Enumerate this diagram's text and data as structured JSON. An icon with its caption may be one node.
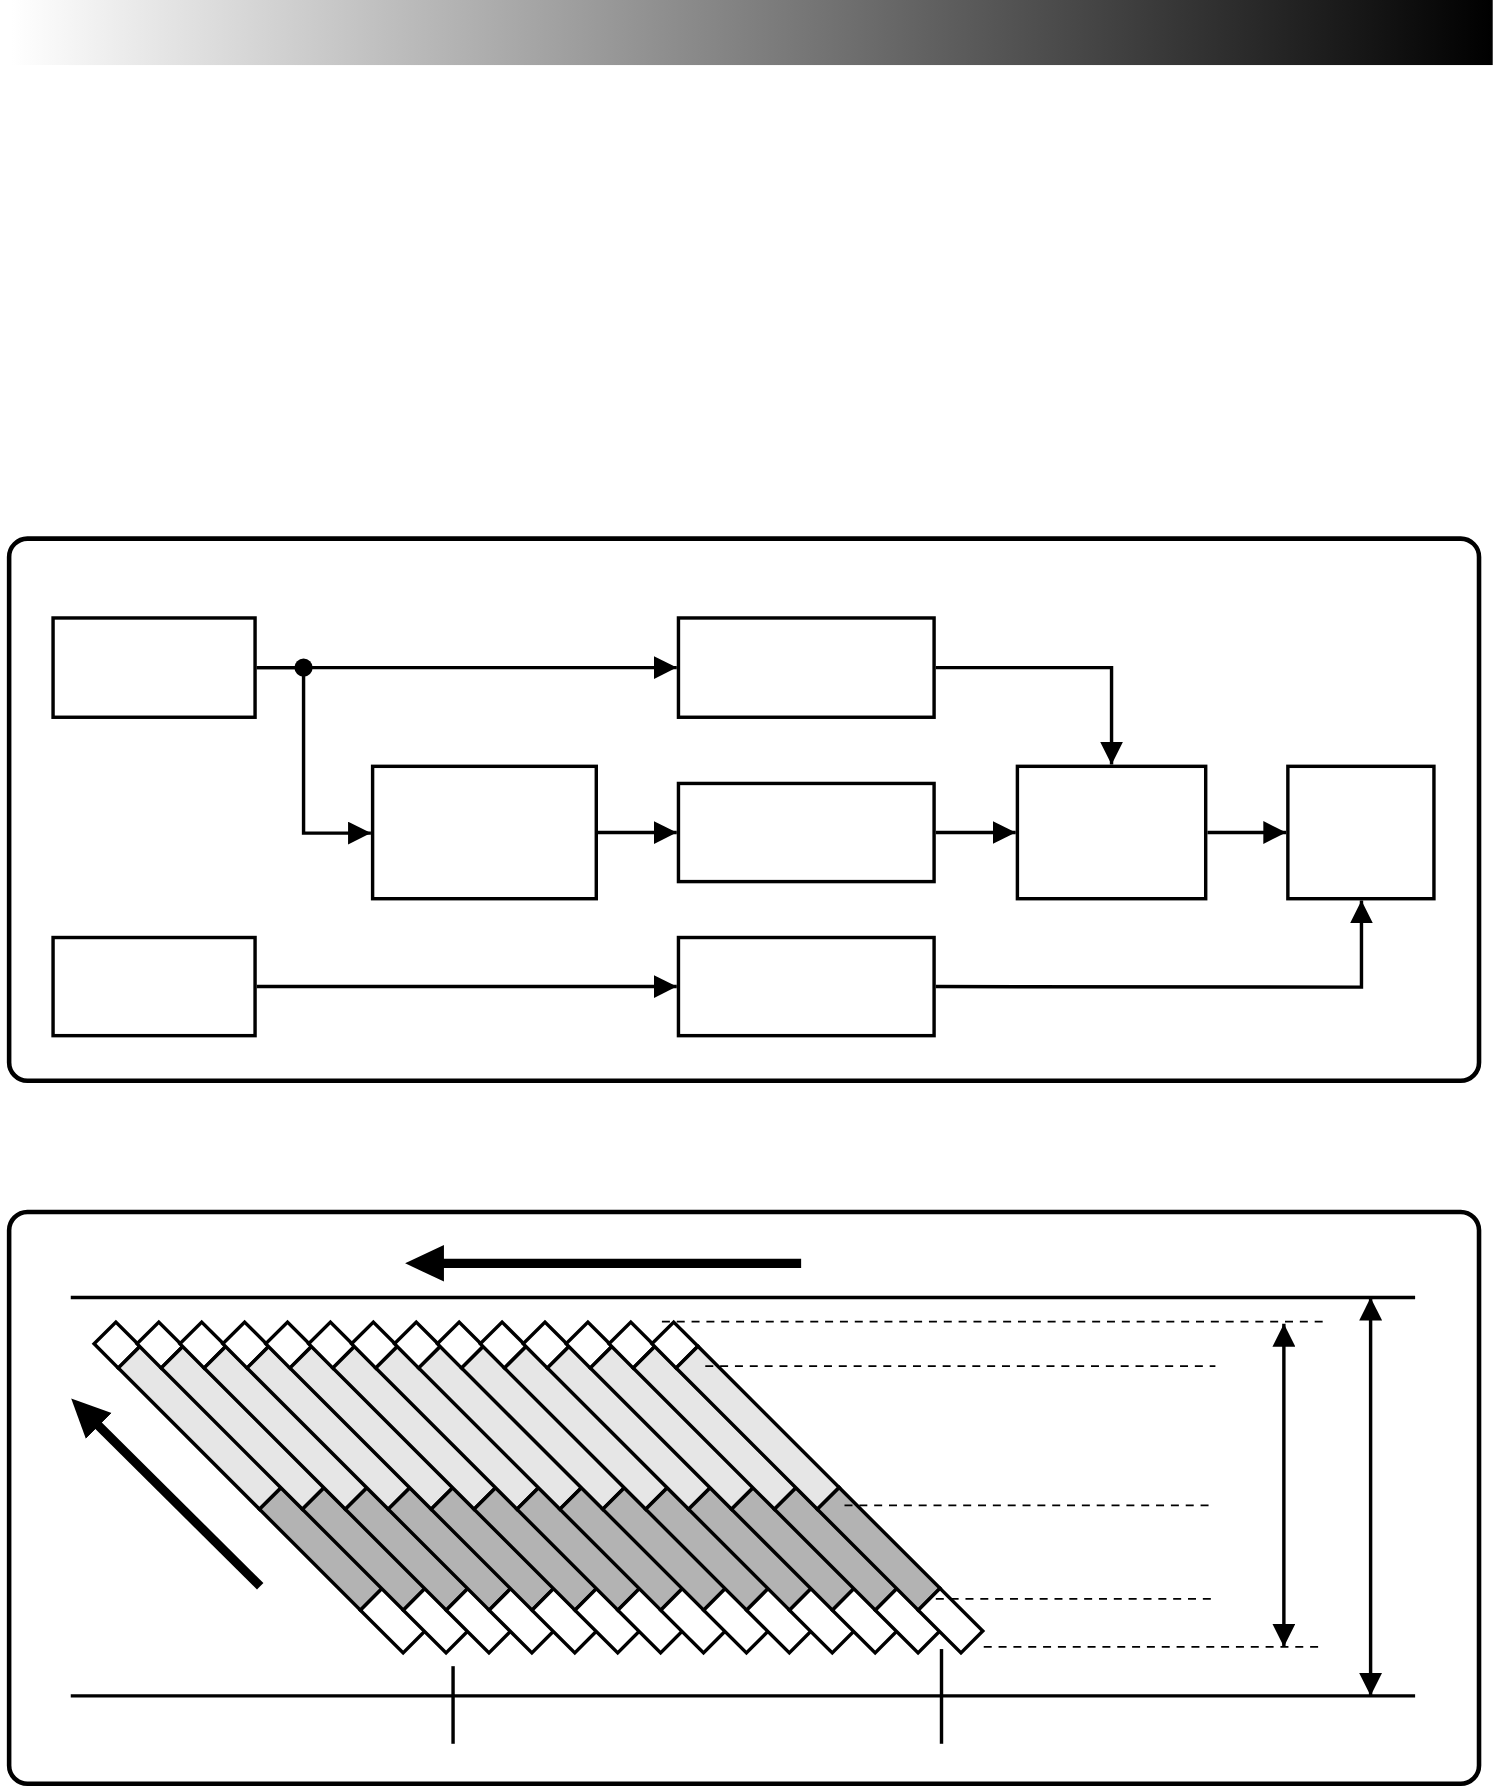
{
  "diagram": {
    "nodes": [
      {
        "text": [],
        "shape": "box"
      },
      {
        "text": [],
        "shape": "box",
        "in": 0
      },
      {
        "text": [],
        "shape": "box",
        "in": 0
      },
      {
        "text": [],
        "shape": "box",
        "in": 0
      },
      {
        "text": [],
        "shape": "box",
        "in": 0
      },
      {
        "text": [],
        "shape": "box",
        "in": 0
      },
      {
        "text": [],
        "shape": "box",
        "in": 0
      },
      {
        "text": [],
        "shape": "box",
        "in": 0
      },
      {
        "text": [],
        "shape": "box",
        "in": 0
      },
      {
        "text": [],
        "shape": "box"
      }
    ],
    "edges": [
      {
        "from": 1,
        "to": 2,
        "arrow": "to"
      },
      {
        "from": 1,
        "to": 3,
        "arrow": "to"
      },
      {
        "from": 3,
        "to": 4,
        "arrow": "to"
      },
      {
        "from": 2,
        "to": 5,
        "arrow": "to"
      },
      {
        "from": 4,
        "to": 5,
        "arrow": "to"
      },
      {
        "from": 5,
        "to": 6,
        "arrow": "to"
      },
      {
        "from": 7,
        "to": 8,
        "arrow": "to"
      },
      {
        "from": 8,
        "to": 6,
        "arrow": "to"
      }
    ]
  }
}
